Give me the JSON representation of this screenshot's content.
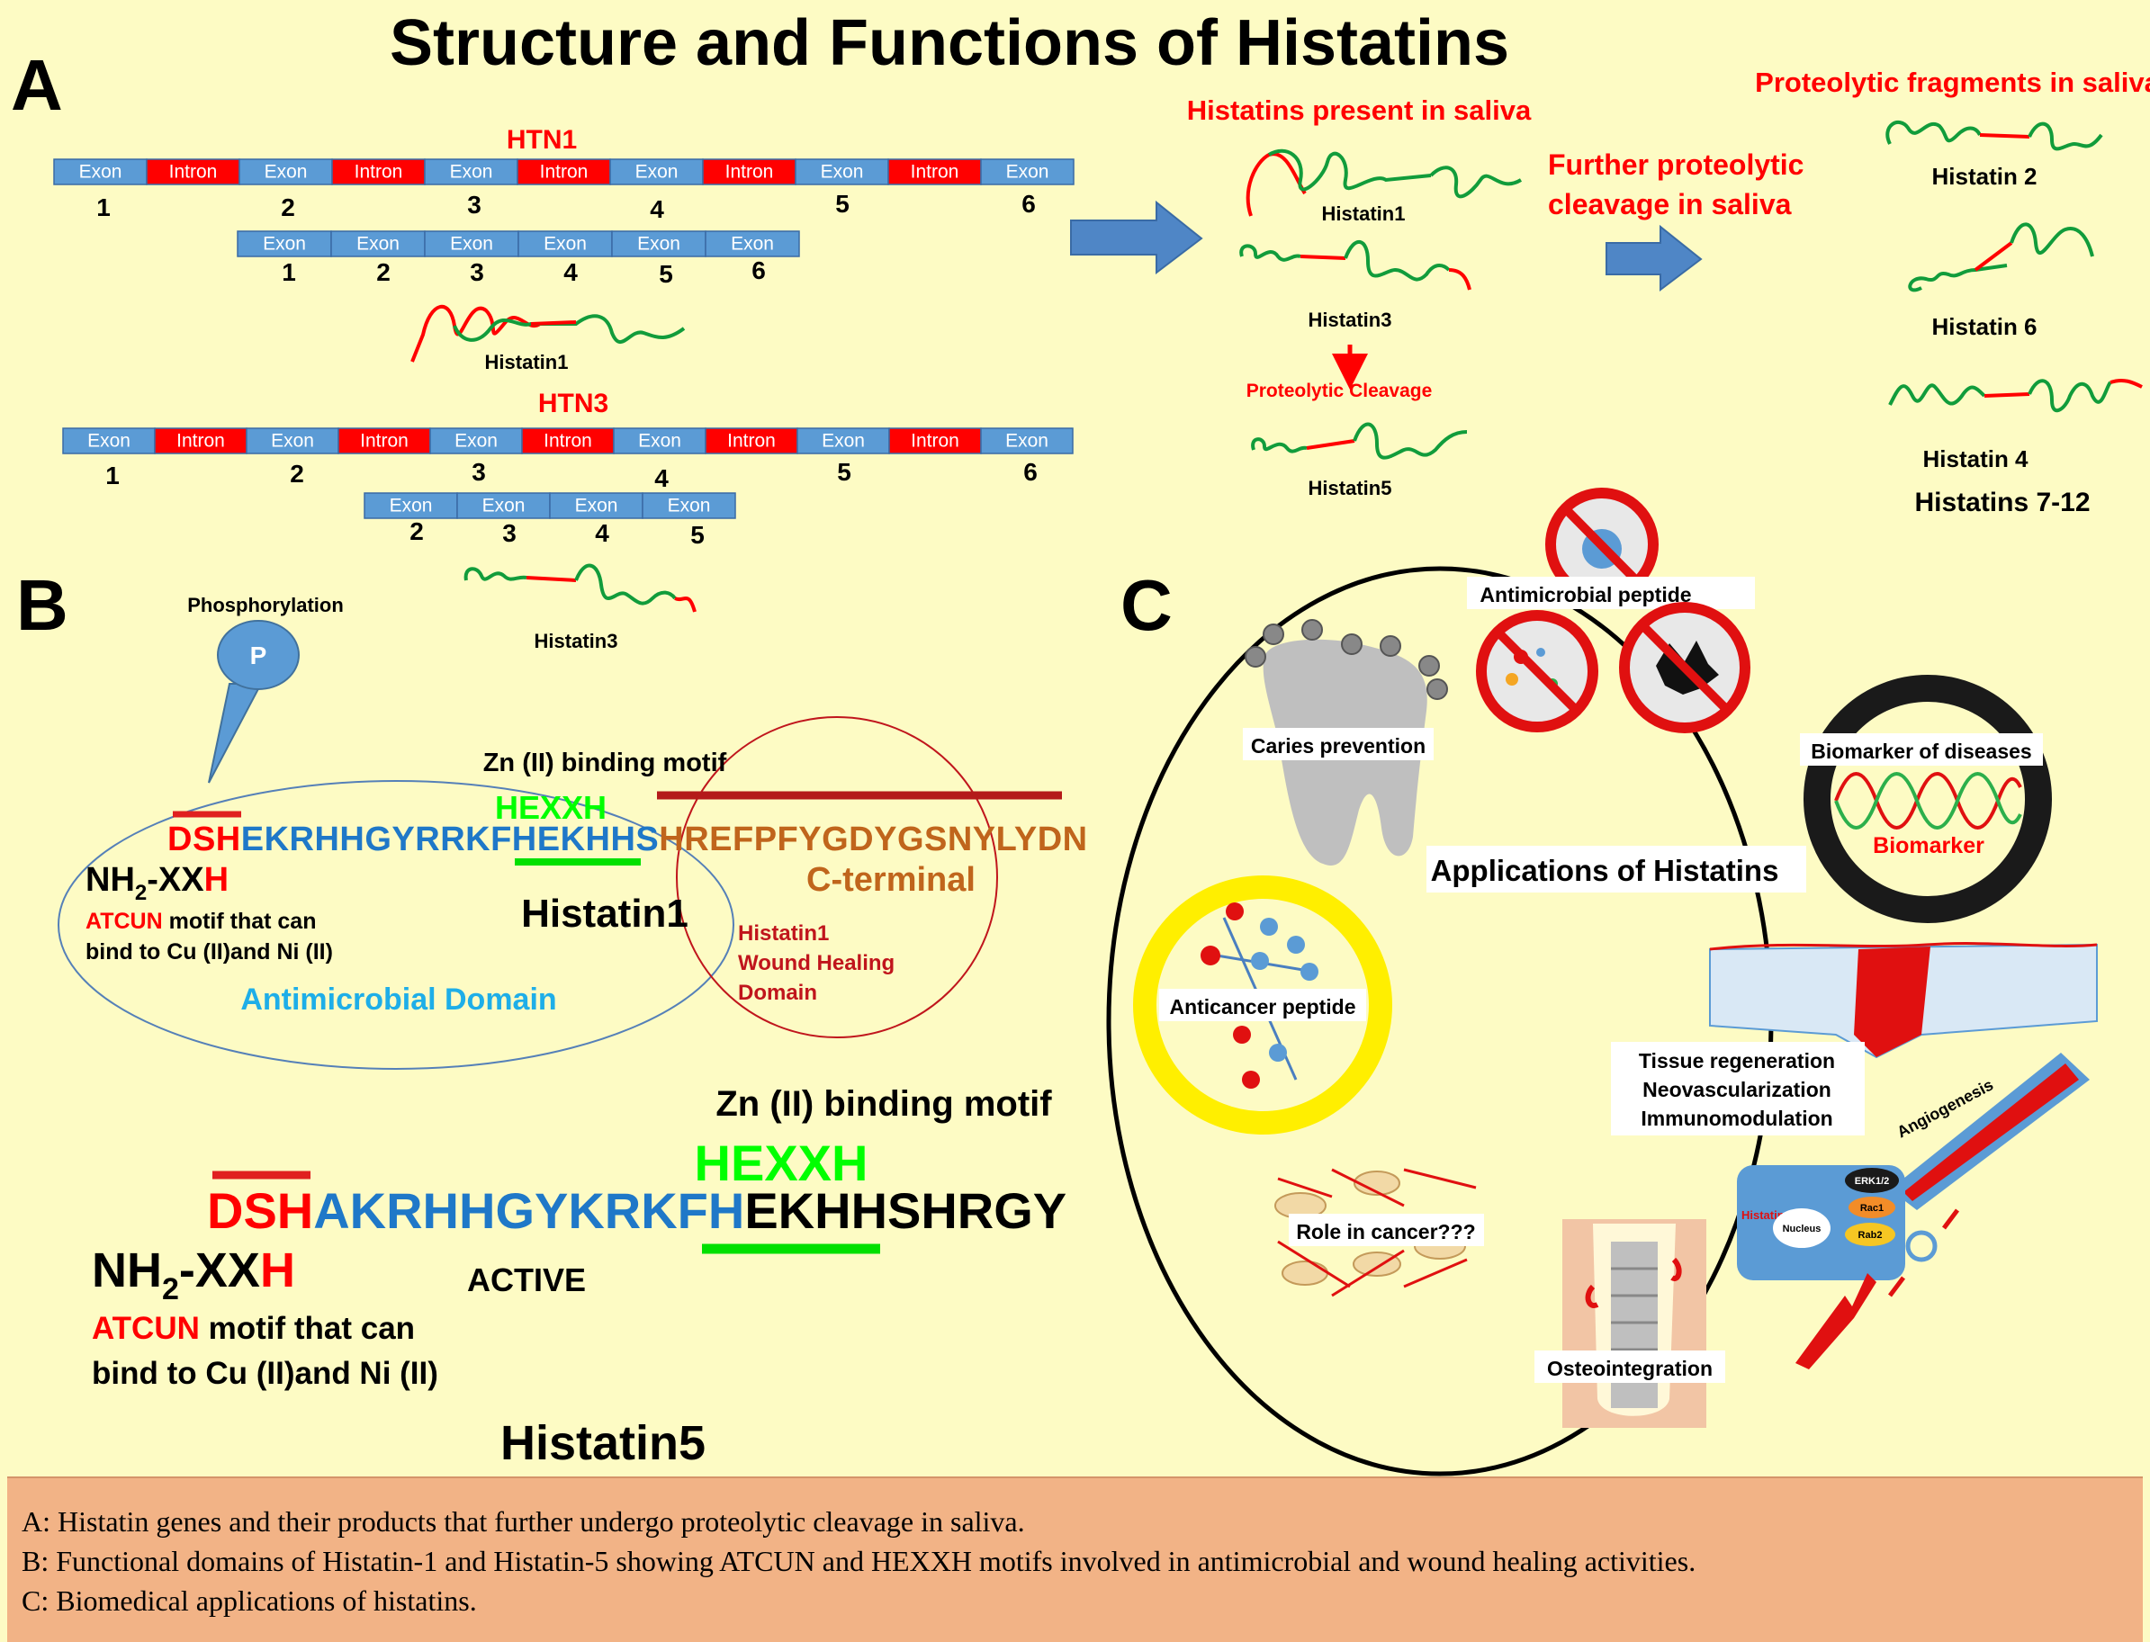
{
  "title": "Structure and Functions of Histatins",
  "panels": {
    "a": "A",
    "b": "B",
    "c": "C"
  },
  "colors": {
    "background": "#FDFBC4",
    "caption_bg": "#F2B386",
    "exon": "#5B9BD5",
    "intron": "#FF0000",
    "red_text": "#FF0000",
    "blue_text": "#1F78C8",
    "green_text": "#00FF00",
    "orange_text": "#C0651C",
    "cyan_text": "#1EAEE8"
  },
  "htn1": {
    "label": "HTN1",
    "gene": [
      "Exon",
      "Intron",
      "Exon",
      "Intron",
      "Exon",
      "Intron",
      "Exon",
      "Intron",
      "Exon",
      "Intron",
      "Exon"
    ],
    "gene_numbers": [
      "1",
      "2",
      "3",
      "4",
      "5",
      "6"
    ],
    "mrna": [
      "Exon",
      "Exon",
      "Exon",
      "Exon",
      "Exon",
      "Exon"
    ],
    "mrna_numbers": [
      "1",
      "2",
      "3",
      "4",
      "5",
      "6"
    ],
    "product": "Histatin1"
  },
  "htn3": {
    "label": "HTN3",
    "gene": [
      "Exon",
      "Intron",
      "Exon",
      "Intron",
      "Exon",
      "Intron",
      "Exon",
      "Intron",
      "Exon",
      "Intron",
      "Exon"
    ],
    "gene_numbers": [
      "1",
      "2",
      "3",
      "4",
      "5",
      "6"
    ],
    "mrna": [
      "Exon",
      "Exon",
      "Exon",
      "Exon"
    ],
    "mrna_numbers": [
      "2",
      "3",
      "4",
      "5"
    ],
    "product": "Histatin3"
  },
  "saliva": {
    "heading": "Histatins present in saliva",
    "items": [
      "Histatin1",
      "Histatin3",
      "Histatin5"
    ],
    "cleavage_label": "Proteolytic Cleavage"
  },
  "further_cleavage": {
    "line1": "Further proteolytic",
    "line2": "cleavage in saliva"
  },
  "fragments": {
    "heading": "Proteolytic fragments in saliva",
    "items": [
      "Histatin 2",
      "Histatin 6",
      "Histatin 4",
      "Histatins 7-12"
    ]
  },
  "histatin1_domain": {
    "phosphorylation": "Phosphorylation",
    "p_label": "P",
    "zn_motif": "Zn (II) binding motif",
    "hexxh": "HEXXH",
    "seq_red": "DSH",
    "seq_blue": "EKRHHGYRRKF",
    "seq_motif": "HEKHHS",
    "seq_orange": "HREFPFYGDYGSNYLYDN",
    "c_terminal": "C-terminal",
    "nh2_prefix": "NH",
    "nh2_sub": "2",
    "nh2_mid": "-XX",
    "nh2_h": "H",
    "atcun_red": "ATCUN",
    "atcun_rest": " motif that can",
    "atcun_line2": "bind to Cu (II)and Ni (II)",
    "name": "Histatin1",
    "wound": [
      "Histatin1",
      "Wound Healing",
      "Domain"
    ],
    "antimicrobial": "Antimicrobial Domain"
  },
  "histatin5_domain": {
    "zn_motif": "Zn (II) binding motif",
    "hexxh": "HEXXH",
    "seq_red": "DSH",
    "seq_blue": "AKRHHGYKRKFH",
    "seq_black": "EKHHSHRGY",
    "nh2_prefix": "NH",
    "nh2_sub": "2",
    "nh2_mid": "-XX",
    "nh2_h": "H",
    "active": "ACTIVE",
    "atcun_red": "ATCUN",
    "atcun_rest": " motif that can",
    "atcun_line2": "bind to Cu (II)and Ni (II)",
    "name": "Histatin5"
  },
  "applications": {
    "title": "Applications of Histatins",
    "antimicrobial": "Antimicrobial peptide",
    "caries": "Caries prevention",
    "biomarker_title": "Biomarker of diseases",
    "biomarker": "Biomarker",
    "anticancer": "Anticancer peptide",
    "tissue": [
      "Tissue regeneration",
      "Neovascularization",
      "Immunomodulation"
    ],
    "angiogenesis": "Angiogenesis",
    "cancer_role": "Role in cancer???",
    "osteo": "Osteointegration",
    "signal": {
      "histatin": "Histatin",
      "erk": "ERK1/2",
      "nucleus": "Nucleus",
      "rac1": "Rac1",
      "rab": "Rab2"
    }
  },
  "caption": {
    "a": "A: Histatin genes  and their products that further undergo proteolytic cleavage in saliva.",
    "b": "B: Functional domains of Histatin-1 and Histatin-5 showing ATCUN and HEXXH motifs involved in antimicrobial and wound healing activities.",
    "c": "C: Biomedical applications of histatins."
  }
}
